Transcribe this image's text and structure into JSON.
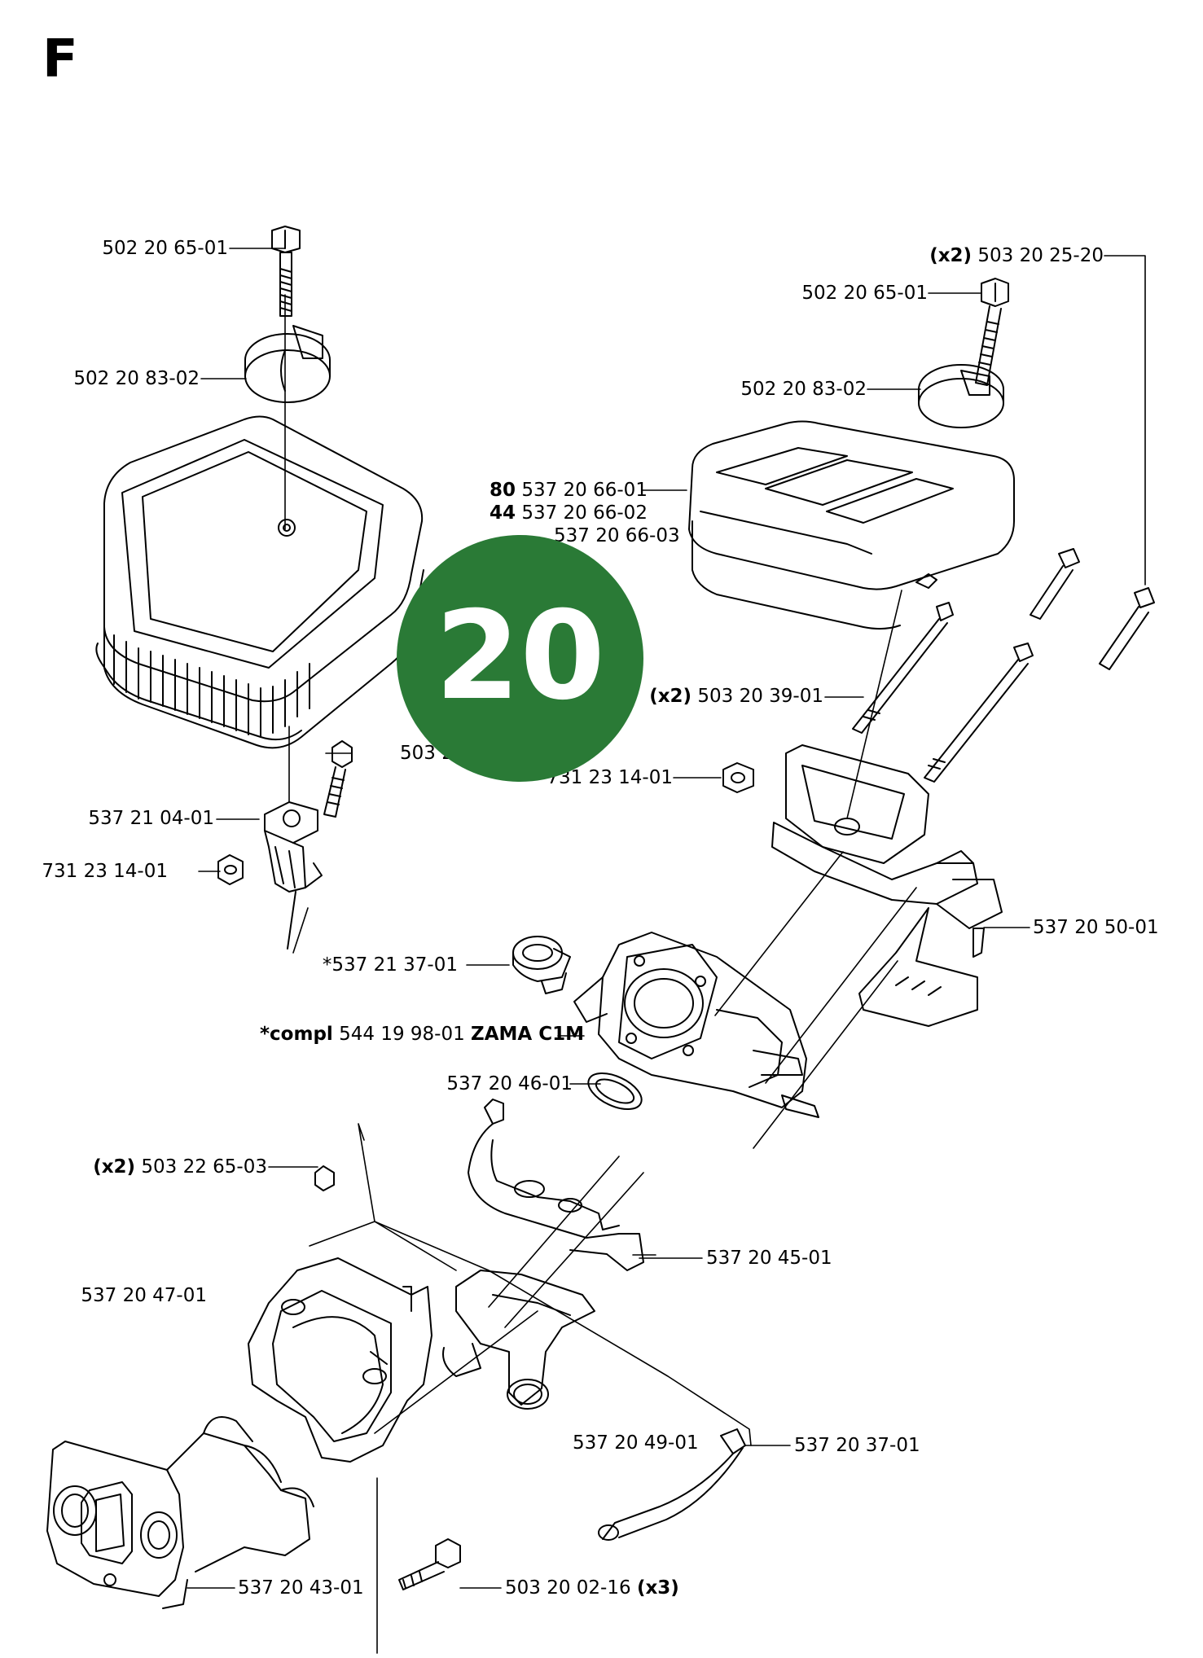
{
  "section": "F",
  "badge": {
    "number": "20",
    "color": "#2a7a36"
  },
  "labels": {
    "bolt_left": "502 20 65-01",
    "cap_left": "502 20 83-02",
    "qty_screws_right": "(x2)",
    "screws_right": "503 20 25-20",
    "bolt_right": "502 20 65-01",
    "cap_right": "502 20 83-02",
    "cover_1_code": "80",
    "cover_1": "537 20 66-01",
    "cover_2_code": "44",
    "cover_2": "537 20 66-02",
    "cover_3": "537 20 66-03",
    "qty_screws_mid": "(x2)",
    "screws_mid": "503 20 39-01",
    "screw_left_partial": "503 2",
    "nut_right": "731 23 14-01",
    "bracket": "537 21 04-01",
    "nut_left": "731 23 14-01",
    "holder_right": "537 20 50-01",
    "pump": "*537 21 37-01",
    "carb_prefix": "*compl",
    "carb": "544 19 98-01",
    "carb_model": "ZAMA C1M",
    "gasket_ring": "537 20 46-01",
    "qty_nuts": "(x2)",
    "nuts": "503 22 65-03",
    "bracket_curved": "537 20 45-01",
    "rubber_flange": "537 20 47-01",
    "intake_elbow": "537 20 49-01",
    "hose": "537 20 37-01",
    "manifold": "537 20 43-01",
    "bolts_bottom": "503 20 02-16",
    "qty_bolts_bottom": "(x3)"
  }
}
